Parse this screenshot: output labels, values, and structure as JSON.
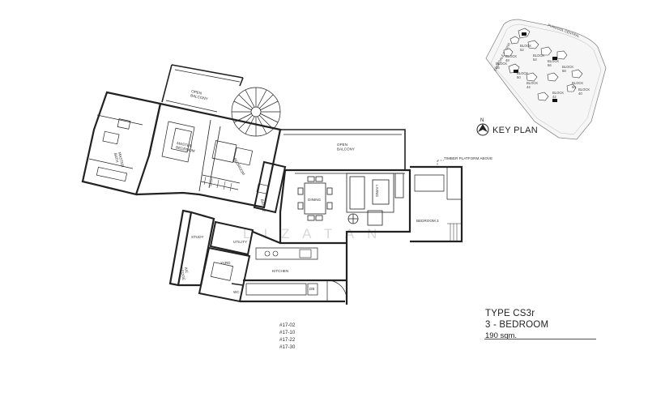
{
  "floorplan": {
    "rooms": {
      "open_balcony_upper": "OPEN\nBALCONY",
      "open_balcony_main": "OPEN\nBALCONY",
      "master_bedroom": "MASTER\nBEDROOM",
      "bedroom": "BEDROOM",
      "master_bath": "MASTER\nBATH",
      "bath_2": "BATH 2",
      "dining": "DINING",
      "living": "LIVING",
      "bedroom_3": "BEDROOM 3",
      "study": "STUDY",
      "utility": "UTILITY",
      "yard": "YARD",
      "ac_ledge": "A/C\nLEDGE",
      "kitchen": "KITCHEN",
      "wc": "WC",
      "db": "DB"
    },
    "timber_note": "TIMBER PLATFORM ABOVE",
    "watermark": "L I Z A   T A N",
    "unit_numbers": [
      "#17-02",
      "#17-10",
      "#17-22",
      "#17-30"
    ]
  },
  "key_plan": {
    "title": "KEY PLAN",
    "north": "N",
    "roads": [
      "EDGEDALE PLAINS",
      "PUNGGOL CENTRAL"
    ],
    "blocks": [
      "BLOCK\n52",
      "BLOCK\n48",
      "BLOCK\n54",
      "BLOCK\n46",
      "BLOCK\n56",
      "BLOCK\n58",
      "BLOCK\n44",
      "BLOCK\n42",
      "BLOCK\n60",
      "BLOCK\n40",
      "BLOCK\n50"
    ]
  },
  "unit_info": {
    "type": "TYPE CS3r",
    "bedrooms": "3 - BEDROOM",
    "area": "190 sqm."
  }
}
